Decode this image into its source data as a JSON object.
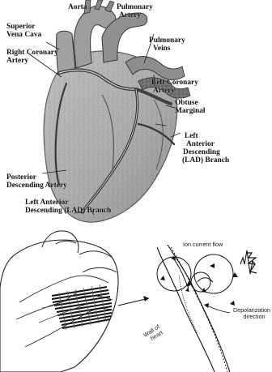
{
  "figure": {
    "heart_labels": {
      "aorta": "Aorta",
      "pulmonary_artery": [
        "Pulmonary",
        "Artery"
      ],
      "superior_vena_cava": [
        "Superior",
        "Vena Cava"
      ],
      "pulmonary_veins": [
        "Pulmonary",
        "Veins"
      ],
      "right_coronary_artery": [
        "Right Coronary",
        "Artery"
      ],
      "left_coronary_artery": [
        "Left Coronary",
        "Artery"
      ],
      "obtuse_marginal": [
        "Obtuse",
        "Marginal"
      ],
      "lad_right": [
        "Left",
        "Anterior",
        "Descending",
        "(LAD) Branch"
      ],
      "posterior_descending_artery": [
        "Posterior",
        "Descending Artery"
      ],
      "lad_bottom": [
        "Left Anterior",
        "Descending (LAD) Branch"
      ]
    },
    "lower_labels": {
      "ion_current_flow": "Ion current flow",
      "depolarization_direction": [
        "Depolarization",
        "direction"
      ],
      "wall_of_heart": [
        "Wall of",
        "heart"
      ]
    }
  },
  "colors": {
    "ink": "#111111",
    "heart_shade": "#a7a7a7",
    "heart_dark": "#4a4a4a",
    "paper": "#ffffff"
  }
}
